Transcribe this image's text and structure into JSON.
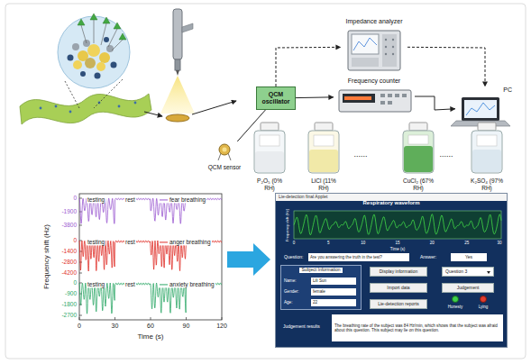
{
  "diagram": {
    "nodes": [
      {
        "text": [
          "Impedance analyzer"
        ]
      },
      {
        "text": [
          "QCM oscillator"
        ]
      },
      {
        "text": [
          "Frequency counter"
        ]
      },
      {
        "text": [
          "PC"
        ]
      },
      {
        "text": [
          "QCM sensor"
        ]
      },
      {
        "text": [
          "P₂O₅ (0% RH)"
        ]
      },
      {
        "text": [
          "LiCl (11% RH)"
        ]
      },
      {
        "text": [
          "CuCl₂ (67% RH)"
        ]
      },
      {
        "text": [
          "K₂SO₄ (97% RH)"
        ]
      },
      {
        "text": [
          "Lie-detection final Applet"
        ]
      },
      {
        "text": [
          "Respiratory waveform"
        ],
        "in": 9
      },
      {
        "text": [
          "Are you answering the truth in the test?"
        ],
        "in": 9
      },
      {
        "text": [
          "Yes"
        ],
        "in": 9
      },
      {
        "text": [
          "Subject Information"
        ],
        "in": 9
      },
      {
        "text": [
          "Lili Sun"
        ],
        "in": 13
      },
      {
        "text": [
          "female"
        ],
        "in": 13
      },
      {
        "text": [
          "22"
        ],
        "in": 13
      },
      {
        "text": [
          "Display information"
        ],
        "in": 9
      },
      {
        "text": [
          "Question 3"
        ],
        "in": 9
      },
      {
        "text": [
          "Import data"
        ],
        "in": 9
      },
      {
        "text": [
          "Judgement"
        ],
        "in": 9
      },
      {
        "text": [
          "Lie-detection reports"
        ],
        "in": 9
      },
      {
        "text": [
          "The breathing rate of the subject was 84 Hz/min, which shows that the subject was afraid about this question. This subject may lie on this question."
        ],
        "in": 9
      }
    ],
    "edges": [
      {
        "from": 4,
        "to": 1,
        "arrow": "none"
      },
      {
        "from": 1,
        "to": 0,
        "arrow": "to"
      },
      {
        "from": 1,
        "to": 2,
        "arrow": "to"
      },
      {
        "from": 2,
        "to": 3,
        "arrow": "to"
      },
      {
        "from": 0,
        "to": 3,
        "arrow": "to"
      }
    ],
    "labels": [
      "......",
      "......",
      "0",
      "-1900",
      "-3800",
      "0",
      "-1400",
      "-2800",
      "-4200",
      "0",
      "-900",
      "-1800",
      "-2700",
      "0",
      "30",
      "60",
      "90",
      "120",
      "Time (s)",
      "Frequency shift (Hz)",
      "testing",
      "rest",
      "testing",
      "rest",
      "testing",
      "rest",
      "Frequency shift (Hz)",
      "0",
      "5",
      "10",
      "15",
      "20",
      "25",
      "30",
      "Time (s)",
      "Question:",
      "Answer:",
      "Name:",
      "Gender:",
      "Age:",
      "Honesty",
      "Lying",
      "Judgement results"
    ],
    "legend": [
      {
        "text": "fear breathing"
      },
      {
        "text": "anger breathing"
      },
      {
        "text": "anxiety breathing"
      }
    ]
  }
}
